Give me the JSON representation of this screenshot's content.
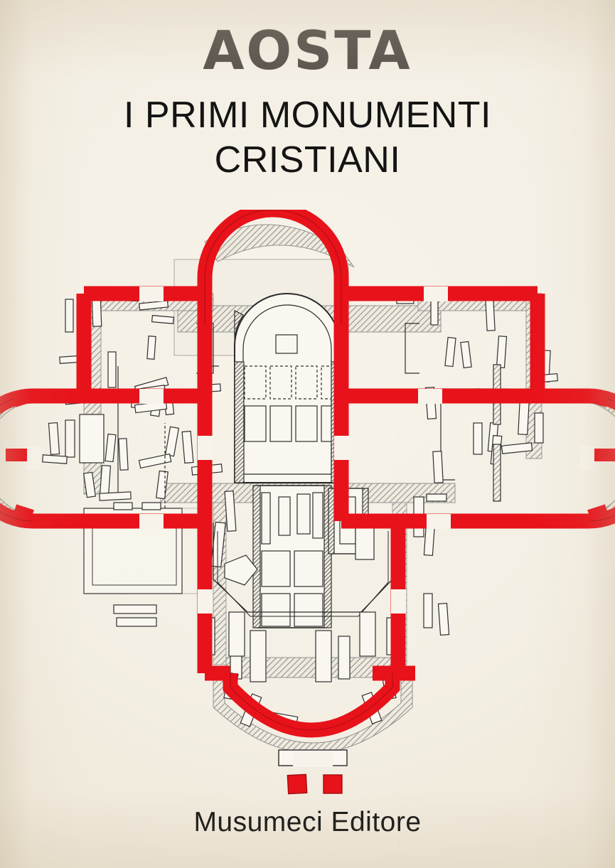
{
  "cover": {
    "main_title": "AOSTA",
    "subtitle_line1": "I PRIMI MONUMENTI",
    "subtitle_line2": "CRISTIANI",
    "publisher": "Musumeci Editore",
    "colors": {
      "paper": "#f4efe4",
      "title_gray": "#5b554f",
      "subtitle_black": "#141414",
      "publisher_black": "#111111",
      "plan_red": "#e8121a",
      "plan_red_dark": "#b50d13",
      "plan_line": "#2b2b2b",
      "plan_hatch_gray": "#8d8d8d",
      "plan_fill": "#faf7f0"
    }
  },
  "illustration": {
    "kind": "archaeological-ground-plan",
    "description": "Cruciform early-Christian church ground plan, red-highlighted walls over gray hatched earlier structures",
    "legend_marks": [
      "red-square-mark-left",
      "red-square-mark-right"
    ],
    "features": [
      "north-apse",
      "west-apse",
      "east-apse",
      "south-apse",
      "north-west-chamber",
      "north-east-chamber",
      "central-crossing",
      "nave",
      "central-crypt-grid"
    ]
  }
}
